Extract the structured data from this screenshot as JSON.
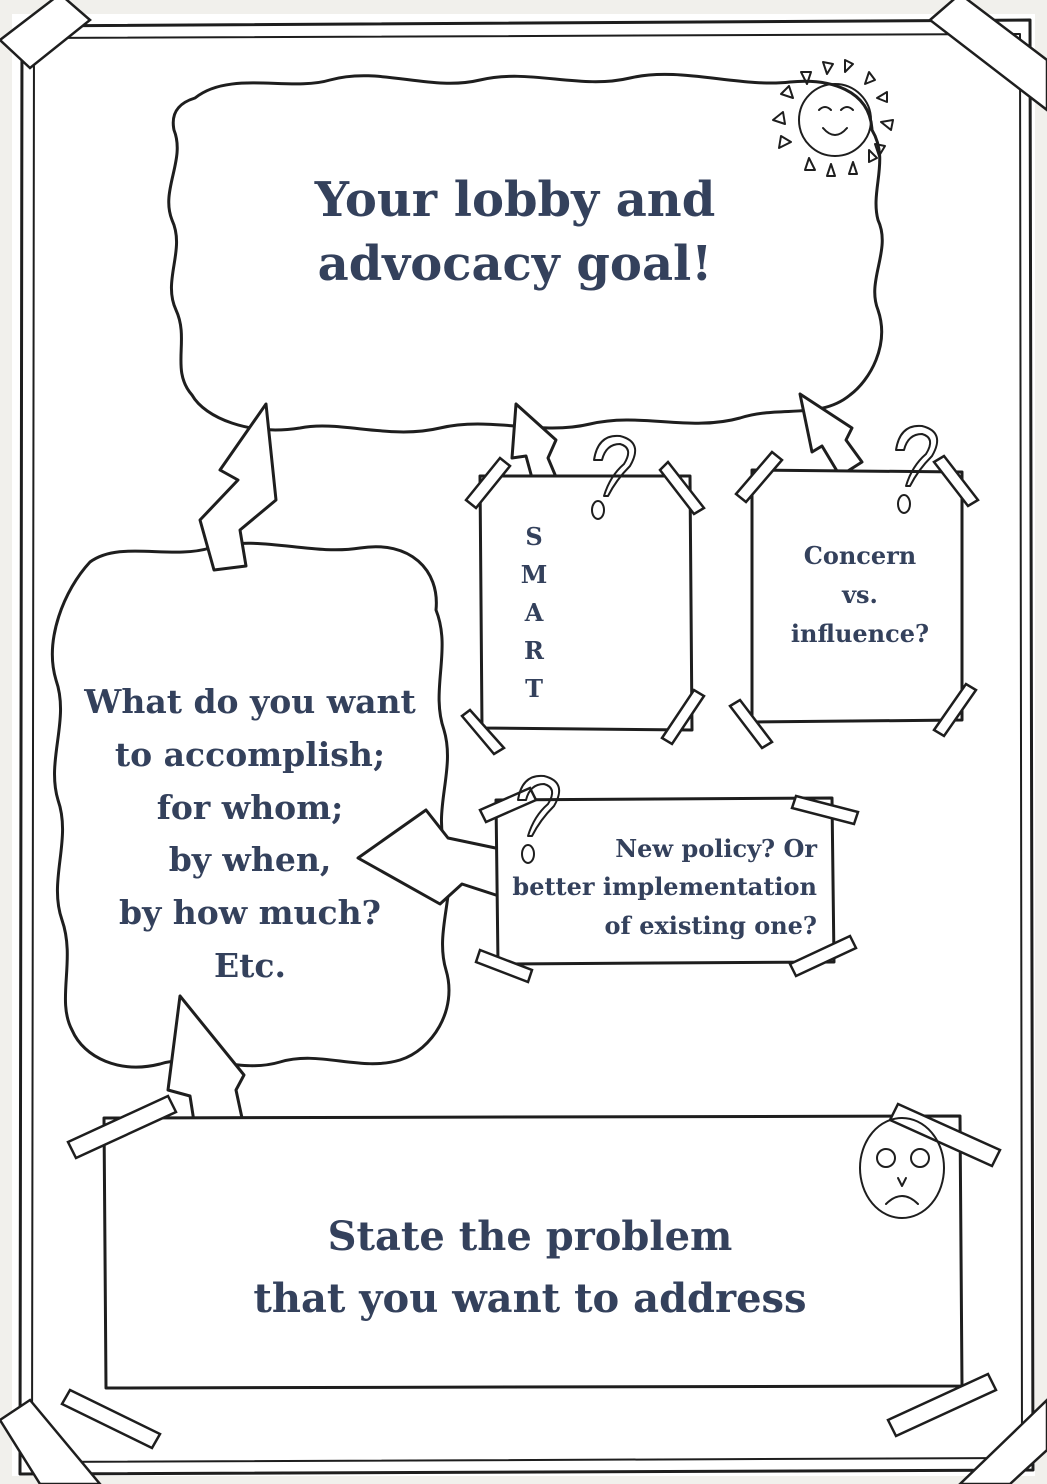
{
  "goal": {
    "title": "Your lobby and\nadvocacy goal!"
  },
  "questions": {
    "accomplish": "What do you want\nto accomplish;\nfor whom;\nby when,\nby how much?\nEtc."
  },
  "smart": {
    "letters": [
      "S",
      "M",
      "A",
      "R",
      "T"
    ]
  },
  "concern": {
    "text": "Concern\nvs.\ninfluence?"
  },
  "policy": {
    "text": "New policy? Or\nbetter implementation\nof existing one?"
  },
  "problem": {
    "text": "State the problem\nthat you want to address"
  },
  "icons": [
    "sun-icon",
    "sad-face-icon",
    "question-mark-icon"
  ],
  "colors": {
    "text": "#34415c",
    "ink": "#1e1e1e",
    "paper": "#ffffff",
    "background": "#f1f0ec"
  }
}
